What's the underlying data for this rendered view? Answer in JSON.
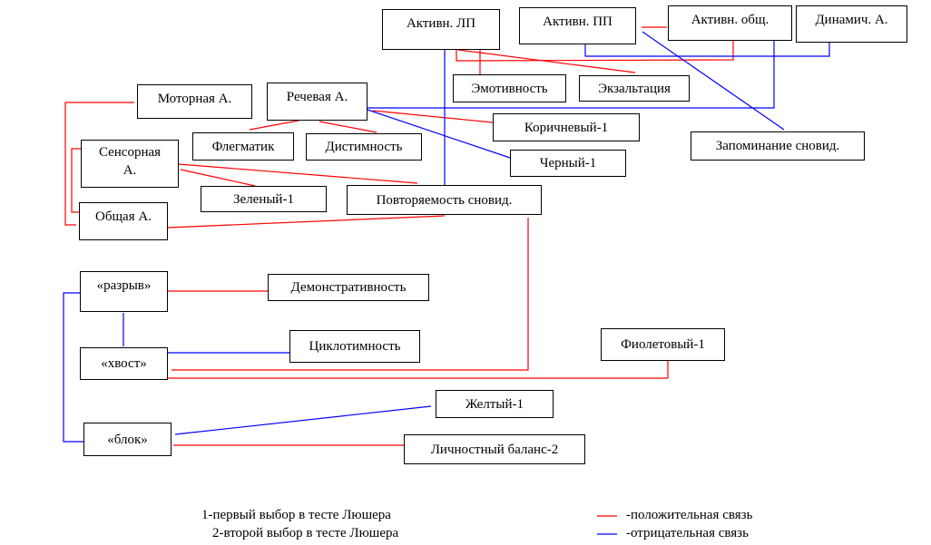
{
  "nodes": {
    "activ_lp": "Активн.  ЛП",
    "activ_pp": "Активн.  ПП",
    "activ_obsh": "Активн.  общ.",
    "dinamich": "Динамич. А.",
    "emotivnost": "Эмотивность",
    "ekzaltaciya": "Экзальтация",
    "motornaya": "Моторная А.",
    "rechevaya": "Речевая А.",
    "flegmatik": "Флегматик",
    "distimnost": "Дистимность",
    "korichnevyi": "Коричневый-1",
    "chernyi": "Черный-1",
    "zapominanie": "Запоминание сновид.",
    "sensornaya": "Сенсорная А.",
    "zelenyi": "Зеленый-1",
    "povtoryaemost": "Повторяемость сновид.",
    "obshaya": "Общая А.",
    "razryv": "«разрыв»",
    "demonstrativnost": "Демонстративность",
    "hvost": "«хвост»",
    "ciklotimnost": "Циклотимность",
    "fioletovyi": "Фиолетовый-1",
    "zheltyi": "Желтый-1",
    "blok": "«блок»",
    "lichnostnyi": "Личностный баланс-2"
  },
  "legend": {
    "note1": "1-первый выбор в тесте Люшера",
    "note2": "2-второй выбор в тесте Люшера",
    "positive": "-положительная связь",
    "negative": "-отрицательная связь"
  },
  "colors": {
    "positive": "#ff0000",
    "negative": "#0000ff"
  }
}
